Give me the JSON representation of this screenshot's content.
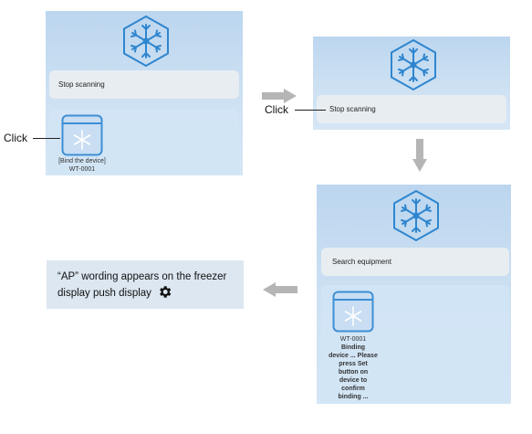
{
  "panel1": {
    "button_label": "Stop scanning",
    "device_line1": "[Bind the device]",
    "device_line2": "WT-0001"
  },
  "panel2": {
    "button_label": "Stop scanning"
  },
  "panel3": {
    "button_label": "Search equipment",
    "device_lines": [
      "WT-0001",
      "Binding",
      "device ... Please",
      "press Set",
      "button on",
      "device to",
      "confirm",
      "binding ..."
    ]
  },
  "annotations": {
    "click_left": "Click",
    "click_middle": "Click",
    "message_text": "“AP” wording appears on the freezer display push display"
  },
  "icons": {
    "app_logo": "snowflake-hexagon-icon",
    "device": "freezer-device-icon",
    "settings": "gear-icon",
    "arrows": "gray-arrow-icon"
  },
  "colors": {
    "panel_bg": "#c9def2",
    "logo_blue": "#2f86cf",
    "button_bg": "#e8edf2",
    "arrow_gray": "#b5b5b5"
  }
}
